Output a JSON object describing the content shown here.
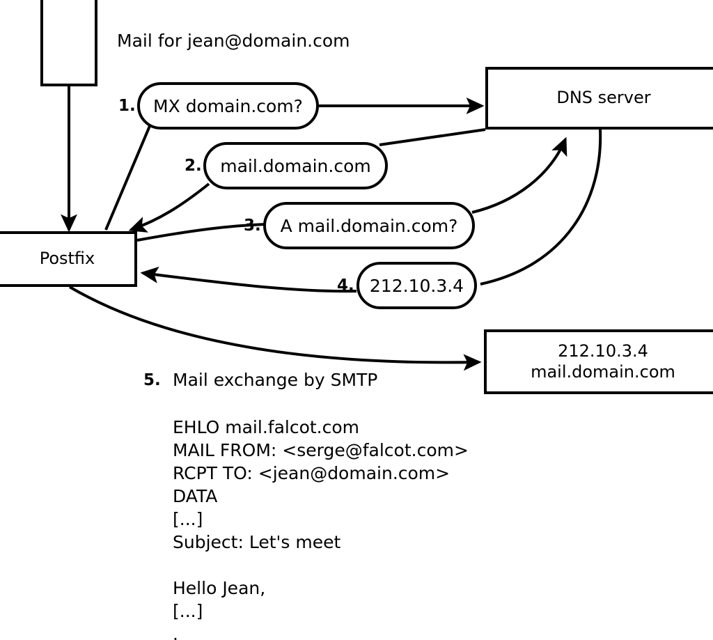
{
  "diagram": {
    "title_text": "Mail for jean@domain.com",
    "nodes": {
      "source_box": {
        "label": ""
      },
      "dns_server": {
        "label": "DNS server"
      },
      "postfix": {
        "label": "Postfix"
      },
      "remote_mail_server": {
        "line1": "212.10.3.4",
        "line2": "mail.domain.com"
      }
    },
    "steps": [
      {
        "number": "1.",
        "label": "MX domain.com?"
      },
      {
        "number": "2.",
        "label": "mail.domain.com"
      },
      {
        "number": "3.",
        "label": "A mail.domain.com?"
      },
      {
        "number": "4.",
        "label": "212.10.3.4"
      }
    ],
    "step5": {
      "number": "5.",
      "label": "Mail exchange by SMTP",
      "transcript": "EHLO mail.falcot.com\nMAIL FROM: <serge@falcot.com>\nRCPT TO: <jean@domain.com>\nDATA\n[...]\nSubject: Let's meet\n\nHello Jean,\n[...]\n."
    },
    "colors": {
      "stroke": "#000000",
      "fill": "#ffffff"
    }
  }
}
